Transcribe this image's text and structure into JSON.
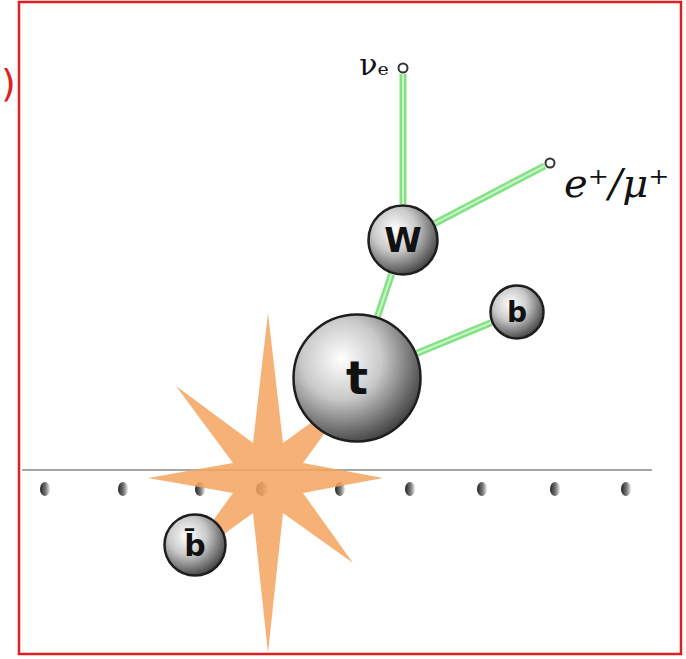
{
  "diagram": {
    "nodes": [
      {
        "text": [
          "νₑ"
        ]
      },
      {
        "text": [
          "e⁺/μ⁺"
        ]
      },
      {
        "text": [
          "W"
        ]
      },
      {
        "text": [
          "b"
        ]
      },
      {
        "text": [
          "t"
        ]
      },
      {
        "text": [
          "b̄"
        ]
      }
    ],
    "edges": [
      {
        "from": 4,
        "to": 2,
        "arrow": "none"
      },
      {
        "from": 4,
        "to": 3,
        "arrow": "none"
      },
      {
        "from": 2,
        "to": 0,
        "arrow": "none"
      },
      {
        "from": 2,
        "to": 1,
        "arrow": "none"
      }
    ],
    "labels": [
      ")"
    ]
  }
}
